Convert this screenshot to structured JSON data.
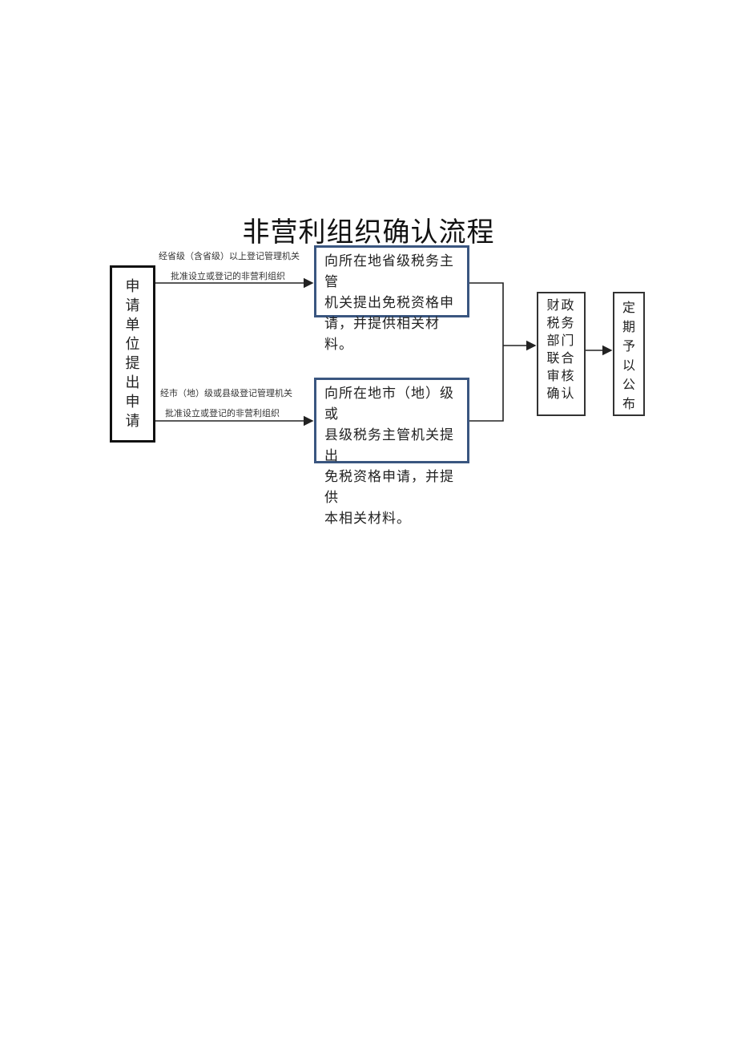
{
  "title": "非营利组织确认流程",
  "applicant": {
    "chars": [
      "申",
      "请",
      "单",
      "位",
      "提",
      "出",
      "申",
      "请"
    ]
  },
  "branch_top": {
    "label_line1": "经省级（含省级）以上登记管理机关",
    "label_line2": "批准设立或登记的非营利组织",
    "box_line1": "向所在地省级税务主管",
    "box_line2": "机关提出免税资格申",
    "box_line3": "请，并提供相关材料。"
  },
  "branch_bottom": {
    "label_line1": "经市（地）级或县级登记管理机关",
    "label_line2": "批准设立或登记的非营利组织",
    "box_line1": "向所在地市（地）级或",
    "box_line2": "县级税务主管机关提出",
    "box_line3": "免税资格申请，并提供",
    "box_line4": "本相关材料。"
  },
  "review": {
    "lines": [
      "财政",
      "税务",
      "部门",
      "联合",
      "审核",
      "确认"
    ]
  },
  "publish": {
    "chars": [
      "定",
      "期",
      "予",
      "以",
      "公",
      "布"
    ]
  },
  "colors": {
    "app_box_border": "#3a5680",
    "line": "#222222"
  }
}
